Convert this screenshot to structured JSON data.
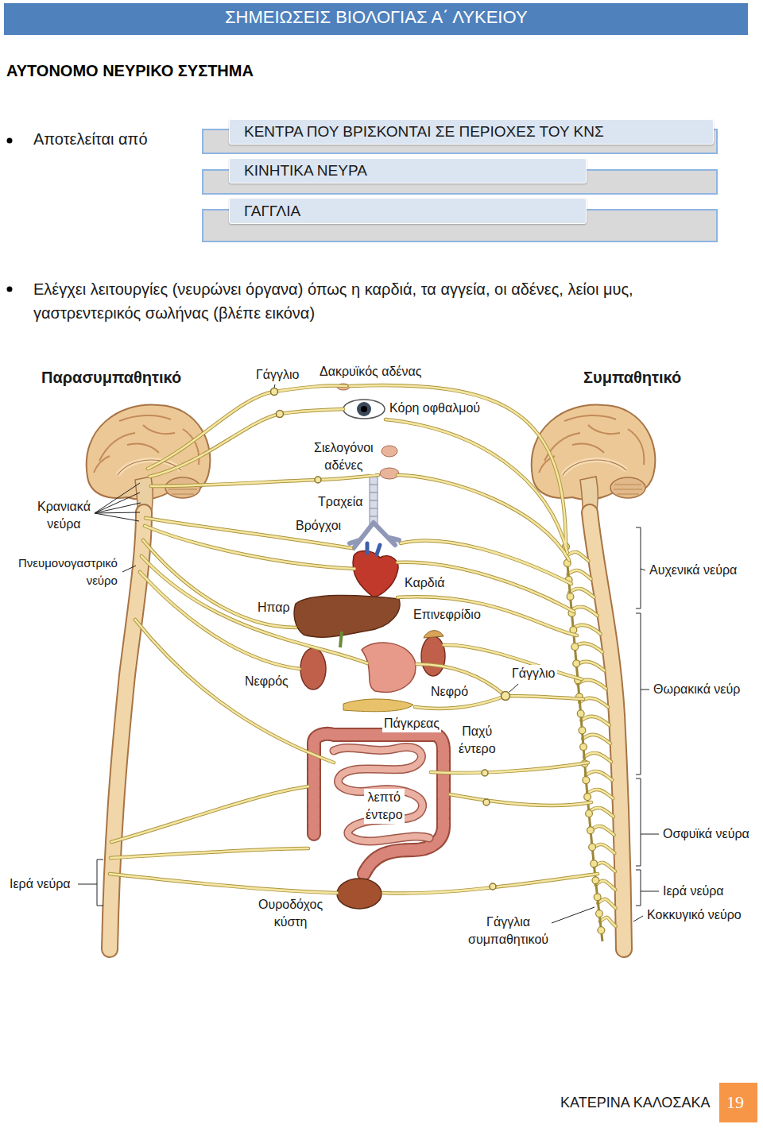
{
  "diagram": {
    "title": "ΑΥΤΟΝΟΜΟ ΝΕΥΡΙΚΟ ΣΥΣΤΗΜΑ",
    "nodes": [
      {
        "text": [
          "ΚΕΝΤΡΑ ΠΟΥ ΒΡΙΣΚΟΝΤΑΙ ΣΕ ΠΕΡΙΟΧΕΣ ΤΟΥ ΚΝΣ"
        ]
      },
      {
        "text": [
          "ΚΙΝΗΤΙΚΑ ΝΕΥΡΑ"
        ]
      },
      {
        "text": [
          "ΓΑΓΓΛΙΑ"
        ]
      },
      {
        "text": [
          "19"
        ]
      }
    ],
    "labels": [
      "ΣΗΜΕΙΩΣΕΙΣ ΒΙΟΛΟΓΙΑΣ Α΄ ΛΥΚΕΙΟΥ",
      "Αποτελείται από",
      "Ελέγχει λειτουργίες (νευρώνει όργανα) όπως η καρδιά, τα αγγεία, οι αδένες, λείοι μυς, γαστρεντερικός σωλήνας (βλέπε εικόνα)",
      "Παρασυμπαθητικό",
      "Γάγγλιο",
      "Δακρυϊκός αδένας",
      "Συμπαθητικό",
      "Κόρη οφθαλμού",
      "Σιελογόνοι αδένες",
      "Κρανιακά νεύρα",
      "Τραχεία",
      "Βρόγχοι",
      "Πνευμονογαστρικό νεύρο",
      "Αυχενικά νεύρα",
      "Καρδιά",
      "Ηπαρ",
      "Επινεφρίδιο",
      "Νεφρός",
      "Νεφρό",
      "Γάγγλιο",
      "Θωρακικά νεύρ",
      "Πάγκρεας",
      "Παχύ έντερο",
      "λεπτό έντερο",
      "Οσφυϊκά νεύρα",
      "Ιερά νεύρα",
      "Ιερά νεύρα",
      "Κοκκυγικό νεύρο",
      "Ουροδόχος κύστη",
      "Γάγγλια συμπαθητικού",
      "ΚΑΤΕΡΙΝΑ ΚΑΛΟΣΑΚΑ"
    ]
  }
}
